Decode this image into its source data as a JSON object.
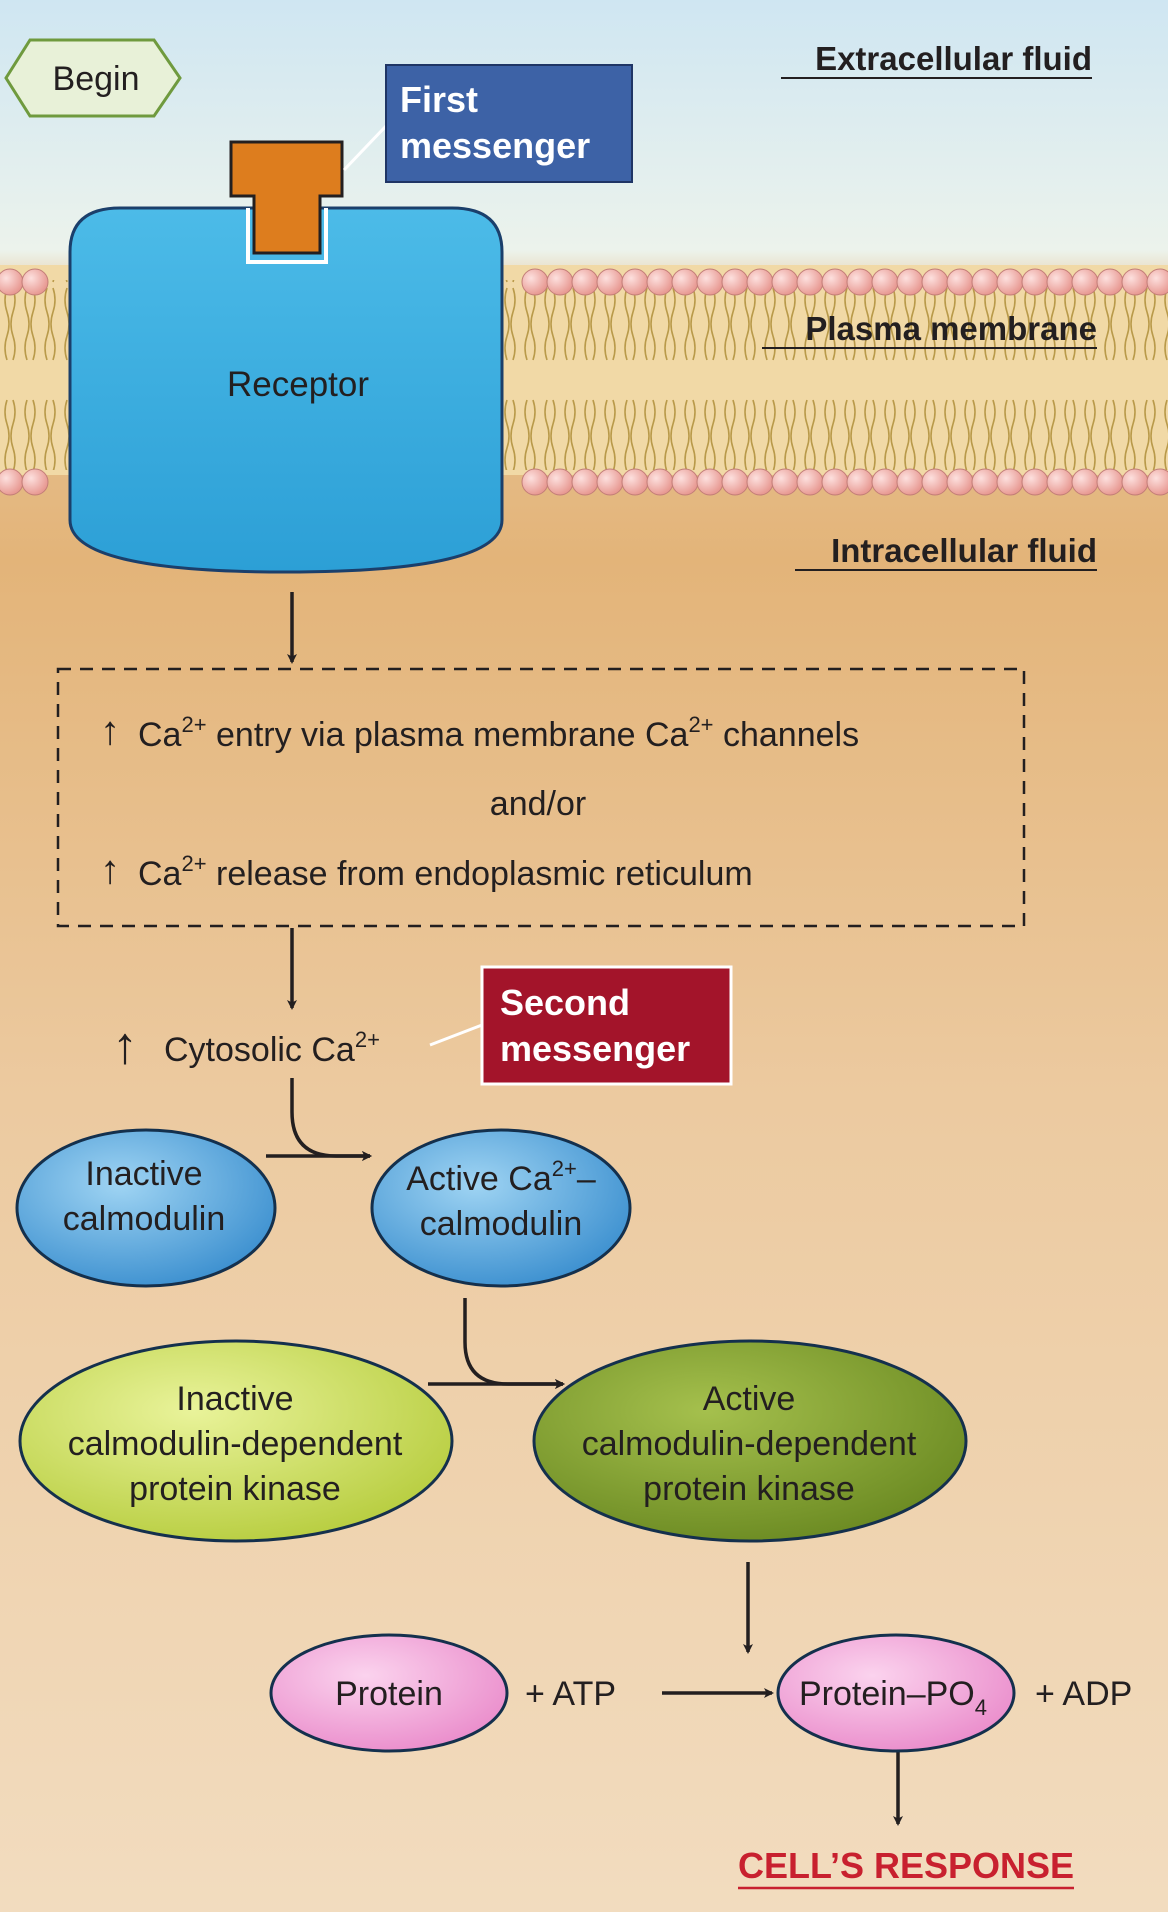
{
  "labels": {
    "begin": "Begin",
    "extracellular": "Extracellular fluid",
    "plasma_membrane": "Plasma membrane",
    "intracellular": "Intracellular fluid",
    "first_messenger": [
      "First",
      "messenger"
    ],
    "receptor": "Receptor",
    "ca_entry": {
      "pre": "Ca",
      "sup1": "2+",
      "mid": " entry via plasma membrane Ca",
      "sup2": "2+",
      "post": " channels"
    },
    "andor": "and/or",
    "ca_release": {
      "pre": "Ca",
      "sup": "2+",
      "post": " release from endoplasmic reticulum"
    },
    "cytosolic": {
      "pre": "Cytosolic Ca",
      "sup": "2+"
    },
    "second_messenger": [
      "Second",
      "messenger"
    ],
    "inactive_calmodulin": [
      "Inactive",
      "calmodulin"
    ],
    "active_calmodulin": {
      "pre": "Active Ca",
      "sup": "2+",
      "post": "–",
      "line2": "calmodulin"
    },
    "inactive_kinase": [
      "Inactive",
      "calmodulin-dependent",
      "protein kinase"
    ],
    "active_kinase": [
      "Active",
      "calmodulin-dependent",
      "protein kinase"
    ],
    "protein": "Protein",
    "atp": "+ ATP",
    "protein_po4": {
      "pre": "Protein–PO",
      "sub": "4"
    },
    "adp": "+ ADP",
    "response": "CELL’S RESPONSE"
  },
  "colors": {
    "first_messenger_box": "#3d62a6",
    "second_messenger_box": "#a3142a",
    "receptor": "#35a9dc",
    "ligand": "#dd7d1e",
    "calmodulin": "#4aa2da",
    "inactive_kinase": "#c3d649",
    "active_kinase": "#7e9d2c",
    "protein": "#f29fd2",
    "response": "#c8202f",
    "begin_badge": "#e8f1d8"
  }
}
